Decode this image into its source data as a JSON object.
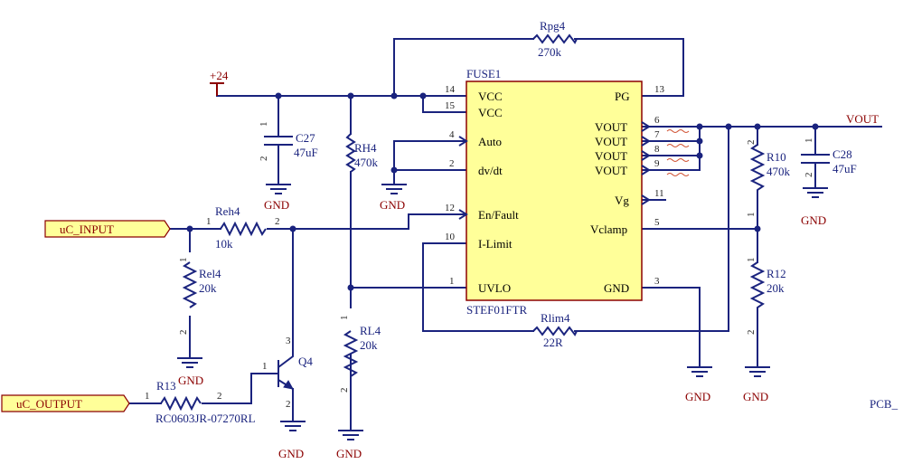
{
  "ports": {
    "uc_input": "uC_INPUT",
    "uc_output": "uC_OUTPUT"
  },
  "nets": {
    "plus24": "+24",
    "vout": "VOUT",
    "gnd": "GND"
  },
  "ic": {
    "designator": "FUSE1",
    "part": "STEF01FTR",
    "pins_left": [
      {
        "num": "14",
        "name": "VCC"
      },
      {
        "num": "15",
        "name": "VCC"
      },
      {
        "num": "4",
        "name": "Auto"
      },
      {
        "num": "2",
        "name": "dv/dt"
      },
      {
        "num": "12",
        "name": "En/Fault"
      },
      {
        "num": "10",
        "name": "I-Limit"
      },
      {
        "num": "1",
        "name": "UVLO"
      }
    ],
    "pins_right": [
      {
        "num": "13",
        "name": "PG"
      },
      {
        "num": "6",
        "name": "VOUT"
      },
      {
        "num": "7",
        "name": "VOUT"
      },
      {
        "num": "8",
        "name": "VOUT"
      },
      {
        "num": "9",
        "name": "VOUT"
      },
      {
        "num": "11",
        "name": "Vg"
      },
      {
        "num": "5",
        "name": "Vclamp"
      },
      {
        "num": "3",
        "name": "GND"
      }
    ]
  },
  "components": {
    "rpg4": {
      "ref": "Rpg4",
      "value": "270k"
    },
    "c27": {
      "ref": "C27",
      "value": "47uF"
    },
    "rh4": {
      "ref": "RH4",
      "value": "470k"
    },
    "reh4": {
      "ref": "Reh4",
      "value": "10k"
    },
    "rel4": {
      "ref": "Rel4",
      "value": "20k"
    },
    "rl4": {
      "ref": "RL4",
      "value": "20k"
    },
    "q4": {
      "ref": "Q4"
    },
    "r13": {
      "ref": "R13",
      "value": "RC0603JR-07270RL"
    },
    "r10": {
      "ref": "R10",
      "value": "470k"
    },
    "r12": {
      "ref": "R12",
      "value": "20k"
    },
    "c28": {
      "ref": "C28",
      "value": "47uF"
    },
    "rlim4": {
      "ref": "Rlim4",
      "value": "22R"
    }
  },
  "pin_numbers": {
    "one": "1",
    "two": "2",
    "three": "3"
  },
  "sheet_label": "PCB_"
}
